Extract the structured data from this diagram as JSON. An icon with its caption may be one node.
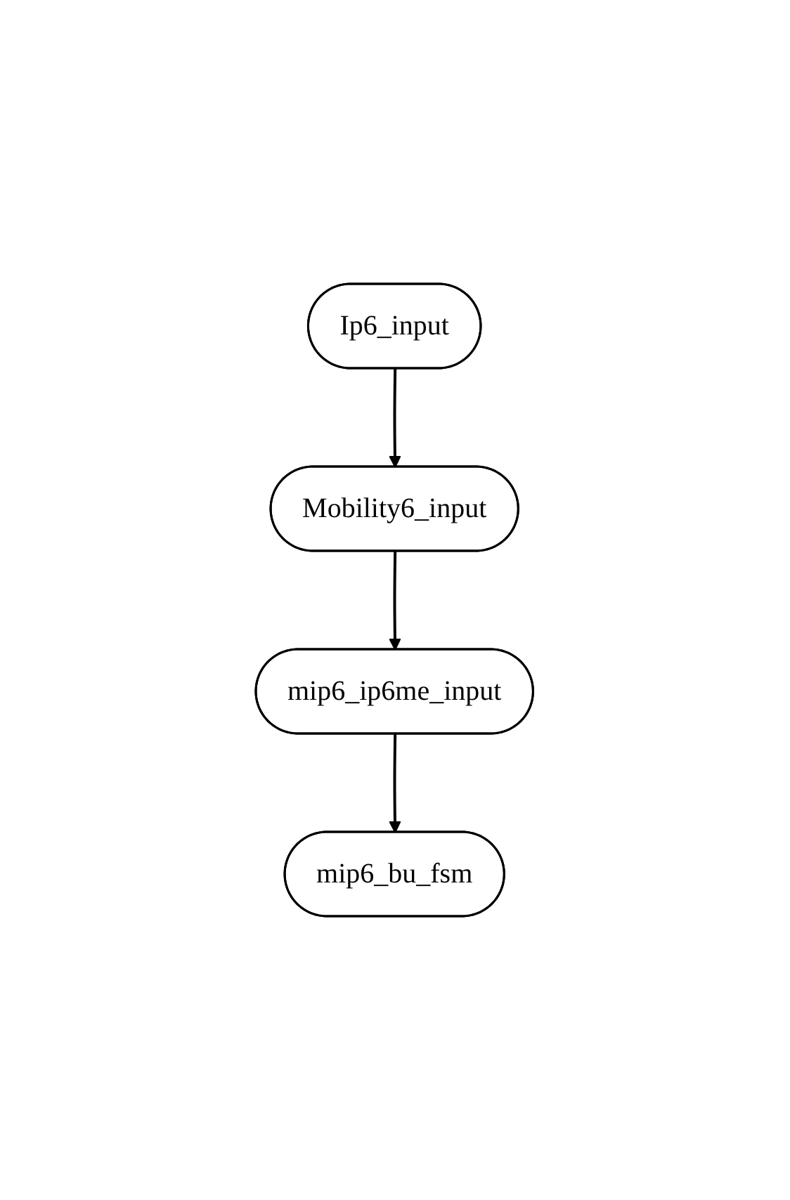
{
  "diagram": {
    "nodes": [
      {
        "text": [
          "Ip6_input"
        ]
      },
      {
        "text": [
          "Mobility6_input"
        ]
      },
      {
        "text": [
          "mip6_ip6me_input"
        ]
      },
      {
        "text": [
          "mip6_bu_fsm"
        ]
      }
    ],
    "edges": [
      {
        "from": 0,
        "to": 1,
        "arrow": "to"
      },
      {
        "from": 1,
        "to": 2,
        "arrow": "to"
      },
      {
        "from": 2,
        "to": 3,
        "arrow": "to"
      }
    ]
  }
}
